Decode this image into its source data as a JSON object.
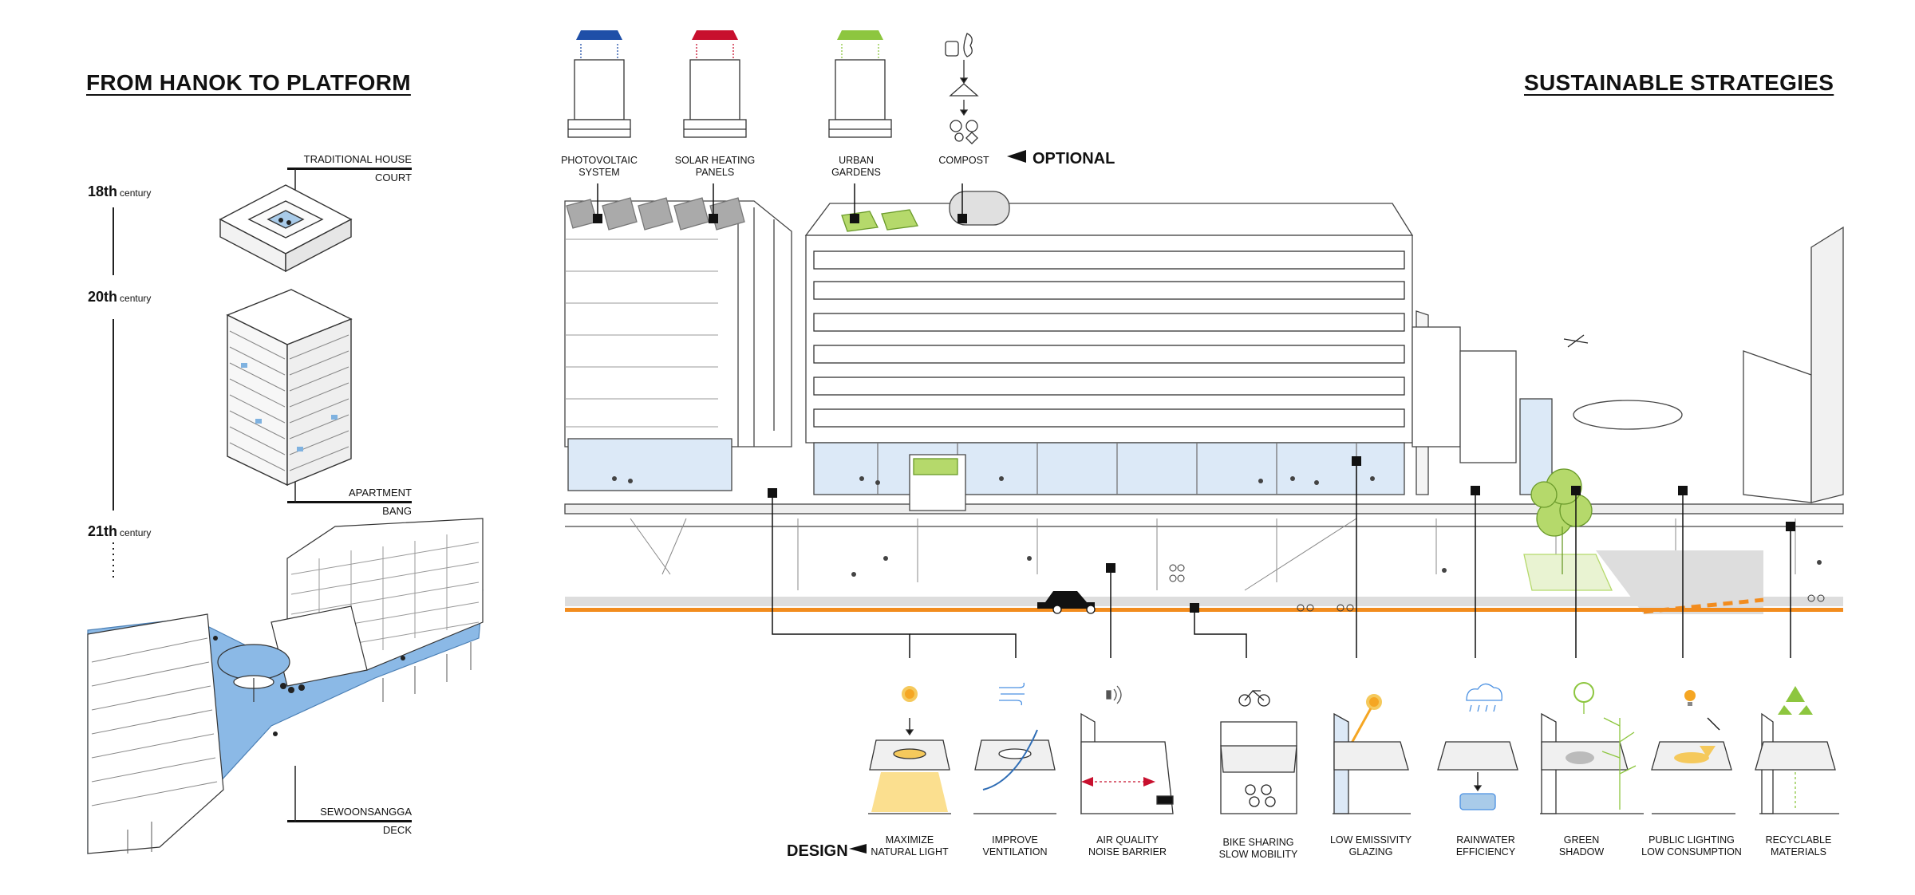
{
  "left": {
    "title": "FROM HANOK TO PLATFORM",
    "eras": [
      {
        "century": "18th",
        "suffix": "century",
        "label_top": "TRADITIONAL HOUSE",
        "label_bottom": "COURT"
      },
      {
        "century": "20th",
        "suffix": "century",
        "label_top": "APARTMENT",
        "label_bottom": "BANG"
      },
      {
        "century": "21th",
        "suffix": "century",
        "label_top": "SEWOONSANGGA",
        "label_bottom": "DECK"
      }
    ]
  },
  "right": {
    "title": "SUSTAINABLE STRATEGIES",
    "optional_label": "OPTIONAL",
    "design_label": "DESIGN",
    "rooftop": [
      {
        "line1": "PHOTOVOLTAIC",
        "line2": "SYSTEM",
        "color": "#1f4fa8",
        "icon": "photovoltaic-tower-icon"
      },
      {
        "line1": "SOLAR HEATING",
        "line2": "PANELS",
        "color": "#c8102e",
        "icon": "solar-heating-tower-icon"
      },
      {
        "line1": "URBAN",
        "line2": "GARDENS",
        "color": "#8dc63f",
        "icon": "urban-garden-tower-icon"
      },
      {
        "line1": "COMPOST",
        "line2": "",
        "color": "#333333",
        "icon": "compost-icon"
      }
    ],
    "strategies": [
      {
        "line1": "MAXIMIZE",
        "line2": "NATURAL LIGHT",
        "icon": "sun-icon"
      },
      {
        "line1": "IMPROVE",
        "line2": "VENTILATION",
        "icon": "wind-icon"
      },
      {
        "line1": "AIR QUALITY",
        "line2": "NOISE BARRIER",
        "icon": "sound-icon"
      },
      {
        "line1": "BIKE SHARING",
        "line2": "SLOW MOBILITY",
        "icon": "bicycle-icon"
      },
      {
        "line1": "LOW EMISSIVITY",
        "line2": "GLAZING",
        "icon": "sun-glazing-icon"
      },
      {
        "line1": "RAINWATER",
        "line2": "EFFICIENCY",
        "icon": "rain-cloud-icon"
      },
      {
        "line1": "GREEN",
        "line2": "SHADOW",
        "icon": "tree-icon"
      },
      {
        "line1": "PUBLIC LIGHTING",
        "line2": "LOW CONSUMPTION",
        "icon": "lightbulb-icon"
      },
      {
        "line1": "RECYCLABLE",
        "line2": "MATERIALS",
        "icon": "recycle-icon"
      }
    ]
  }
}
